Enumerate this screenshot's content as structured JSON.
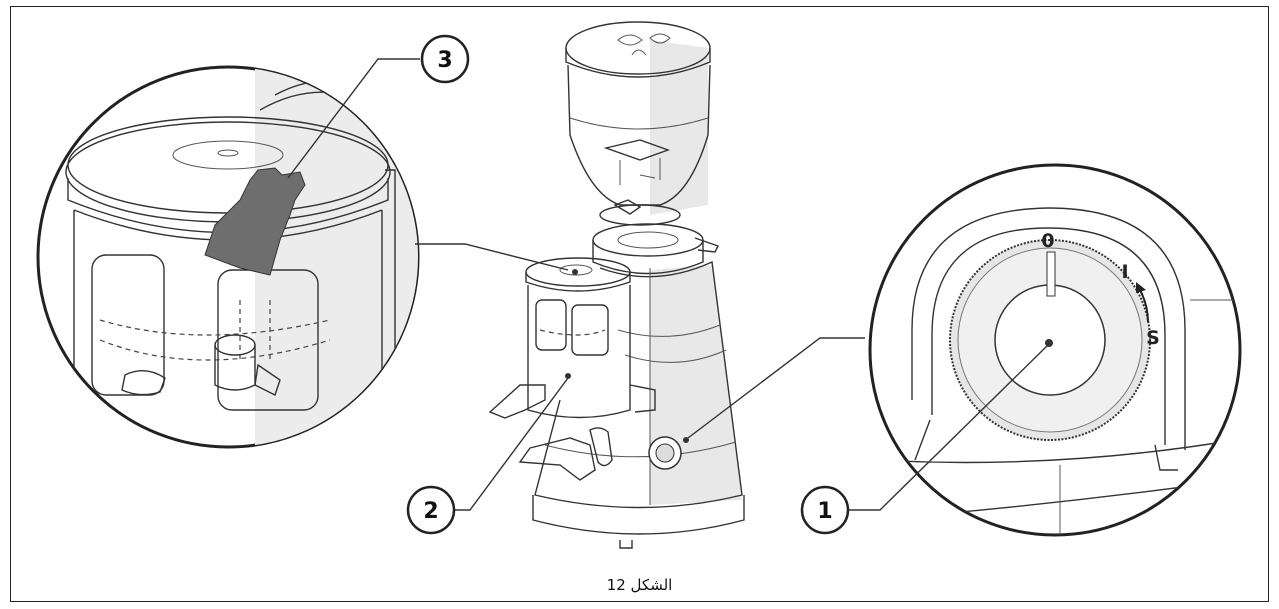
{
  "figure": {
    "caption": "الشكل 12"
  },
  "callouts": [
    {
      "label": "1"
    },
    {
      "label": "2"
    },
    {
      "label": "3"
    }
  ],
  "dial": {
    "marks": [
      "0",
      "I",
      "S"
    ]
  },
  "colors": {
    "line": "#333333",
    "shade": "#e6e6e6",
    "highlight_part": "#6e6e6e"
  }
}
